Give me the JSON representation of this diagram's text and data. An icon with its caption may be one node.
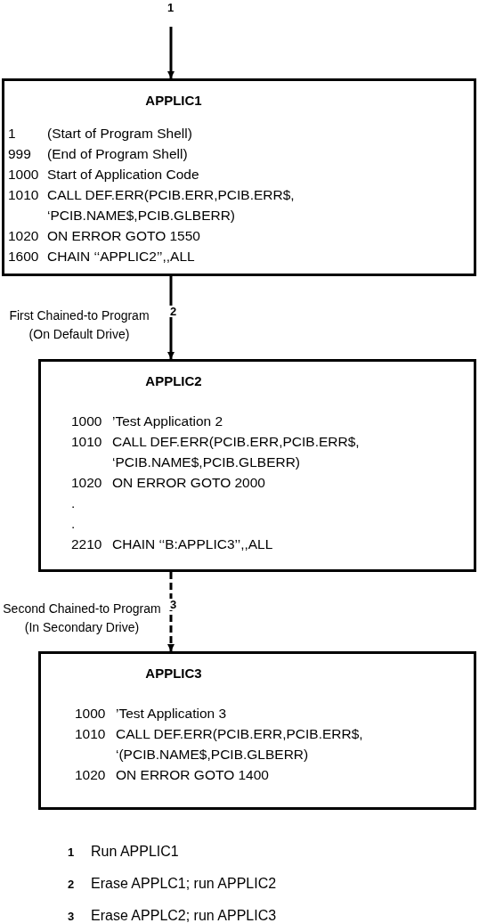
{
  "diagram": {
    "nodes": [
      {
        "text": [
          "APPLIC1",
          "1",
          "(Start of Program Shell)",
          "999",
          "(End of Program Shell)",
          "1000",
          "Start of Application Code",
          "1010",
          "CALL DEF.ERR(PCIB.ERR,PCIB.ERR$, ‘PCIB.NAME$,PCIB.GLBERR)",
          "1020",
          "ON ERROR GOTO 1550",
          "1600",
          "CHAIN ‘‘APPLIC2’’,,ALL"
        ]
      },
      {
        "text": [
          "APPLIC2",
          "1000",
          "’Test Application 2",
          "1010",
          "CALL DEF.ERR(PCIB.ERR,PCIB.ERR$, ‘PCIB.NAME$,PCIB.GLBERR)",
          "1020",
          "ON ERROR GOTO 2000",
          ".",
          ".",
          "2210",
          "CHAIN ‘‘B:APPLIC3’’,,ALL"
        ],
        "beside": [
          "First Chained-to Program (On Default Drive)"
        ]
      },
      {
        "text": [
          "APPLIC3",
          "1000",
          "’Test Application 3",
          "1010",
          "CALL DEF.ERR(PCIB.ERR,PCIB.ERR$, ‘(PCIB.NAME$,PCIB.GLBERR)",
          "1020",
          "ON ERROR GOTO 1400"
        ],
        "beside": [
          "Second Chained-to Program (In Secondary Drive)"
        ]
      }
    ],
    "edges": [
      {
        "from": null,
        "to": 0,
        "arrow": "to",
        "label": "1"
      },
      {
        "from": 0,
        "to": 1,
        "arrow": "to",
        "label": "2"
      },
      {
        "from": 1,
        "to": 2,
        "arrow": "to",
        "label": "3",
        "style": "dashed"
      }
    ],
    "labels": [
      "1",
      "Run APPLIC1",
      "2",
      "Erase APPLC1; run APPLIC2",
      "3",
      "Erase APPLC2; run APPLIC3"
    ]
  }
}
